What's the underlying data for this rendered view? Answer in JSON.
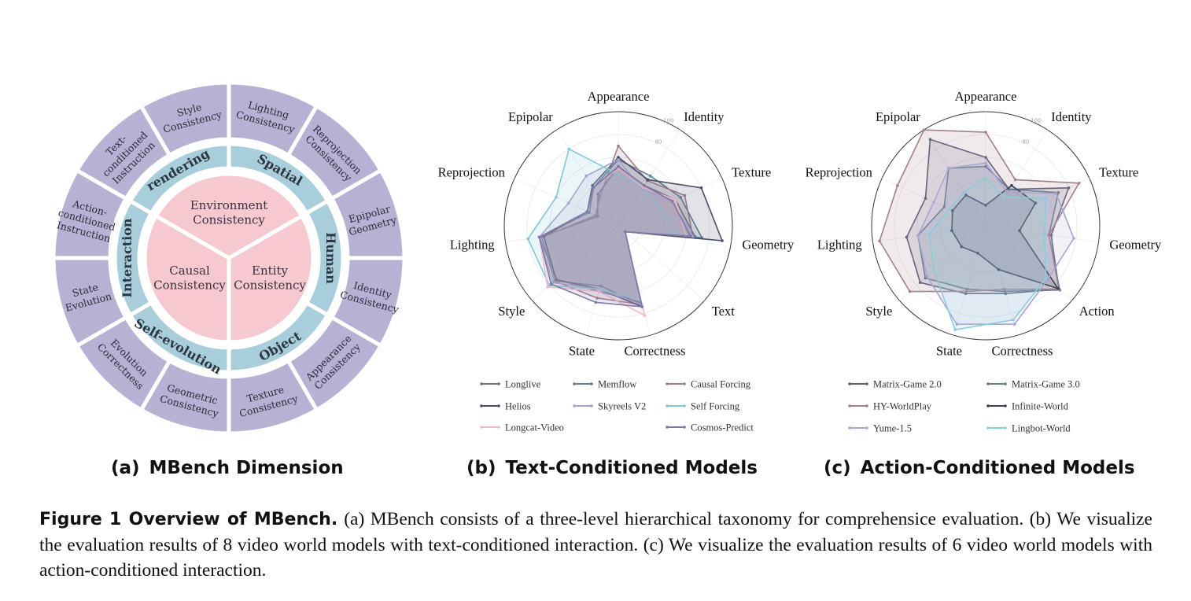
{
  "sunburst": {
    "center": [
      "Environment Consistency",
      "Causal Consistency",
      "Entity Consistency"
    ],
    "middle": [
      "rendering",
      "Spatial",
      "Human",
      "Object",
      "Self-evolution",
      "Interaction"
    ],
    "outer": [
      "Lighting Consistency",
      "Reprojection Consistency",
      "Epipolar Geometry",
      "Identity Consistency",
      "Appearance Consistency",
      "Texture Consistency",
      "Geometric Consistency",
      "Evolution Correctness",
      "State Evolution",
      "Action-conditioned Instruction",
      "Text-conditioned Instruction",
      "Style Consistency"
    ],
    "colors": {
      "center": "#f6c9d1",
      "middle": "#a9cedb",
      "outer": "#b5b2d4"
    }
  },
  "panel_titles": {
    "a": {
      "tag": "(a)",
      "text": "MBench Dimension"
    },
    "b": {
      "tag": "(b)",
      "text": "Text-Conditioned Models"
    },
    "c": {
      "tag": "(c)",
      "text": "Action-Conditioned Models"
    }
  },
  "caption": {
    "label": "Figure 1  Overview of MBench.",
    "text": "(a) MBench consists of a three-level hierarchical taxonomy for comprehensice evaluation. (b) We visualize the evaluation results of 8 video world models with text-conditioned interaction. (c) We visualize the evaluation results of 6 video world models with action-conditioned interaction."
  },
  "chart_data": [
    {
      "type": "radar",
      "axes": [
        "Appearance",
        "Identity",
        "Texture",
        "Geometry",
        "Text",
        "Correctness",
        "State",
        "Style",
        "Lighting",
        "Reprojection",
        "Epipolar"
      ],
      "rlim": [
        0,
        100
      ],
      "ticks": [
        20,
        40,
        60,
        80,
        100
      ],
      "tick_labels": [
        "",
        "",
        "",
        "80",
        "100"
      ],
      "legend_position": "bottom",
      "series": [
        {
          "name": "Longlive",
          "color": "#6d6f8a",
          "values": [
            52,
            42,
            55,
            68,
            8,
            72,
            55,
            74,
            68,
            20,
            33
          ]
        },
        {
          "name": "Memflow",
          "color": "#5e7f96",
          "values": [
            58,
            52,
            60,
            74,
            8,
            70,
            60,
            72,
            70,
            28,
            40
          ]
        },
        {
          "name": "Causal Forcing",
          "color": "#a47d8c",
          "values": [
            70,
            47,
            64,
            66,
            8,
            72,
            66,
            74,
            66,
            22,
            30
          ]
        },
        {
          "name": "Helios",
          "color": "#4a4e66",
          "values": [
            60,
            48,
            80,
            92,
            8,
            74,
            58,
            72,
            66,
            30,
            42
          ]
        },
        {
          "name": "Skyreels V2",
          "color": "#a5a2cf",
          "values": [
            58,
            38,
            52,
            66,
            8,
            72,
            58,
            76,
            70,
            48,
            52
          ]
        },
        {
          "name": "Self Forcing",
          "color": "#82c7d8",
          "values": [
            45,
            40,
            40,
            55,
            8,
            68,
            58,
            80,
            80,
            60,
            80
          ]
        },
        {
          "name": "Longcat-Video",
          "color": "#f2b8c6",
          "values": [
            50,
            40,
            55,
            60,
            8,
            82,
            60,
            82,
            70,
            30,
            40
          ]
        },
        {
          "name": "Cosmos-Predict",
          "color": "#7c78a8",
          "values": [
            52,
            42,
            52,
            64,
            8,
            74,
            70,
            78,
            70,
            30,
            40
          ]
        }
      ]
    },
    {
      "type": "radar",
      "axes": [
        "Appearance",
        "Identity",
        "Texture",
        "Geometry",
        "Action",
        "Correctness",
        "State",
        "Style",
        "Lighting",
        "Reprojection",
        "Epipolar"
      ],
      "rlim": [
        0,
        100
      ],
      "ticks": [
        20,
        40,
        60,
        80,
        100
      ],
      "tick_labels": [
        "",
        "",
        "",
        "80",
        "100"
      ],
      "legend_position": "bottom",
      "series": [
        {
          "name": "Matrix-Game 2.0",
          "color": "#5d5f7a",
          "values": [
            60,
            38,
            80,
            58,
            85,
            62,
            62,
            76,
            70,
            58,
            90
          ]
        },
        {
          "name": "Matrix-Game 3.0",
          "color": "#627f91",
          "values": [
            52,
            38,
            70,
            56,
            86,
            60,
            58,
            70,
            60,
            40,
            60
          ]
        },
        {
          "name": "HY-WorldPlay",
          "color": "#a67f8f",
          "values": [
            82,
            48,
            90,
            56,
            85,
            58,
            60,
            88,
            94,
            85,
            100
          ]
        },
        {
          "name": "Infinite-World",
          "color": "#3e4257",
          "values": [
            18,
            42,
            48,
            30,
            84,
            40,
            25,
            28,
            30,
            32,
            32
          ]
        },
        {
          "name": "Yume-1.5",
          "color": "#a8a5d4",
          "values": [
            55,
            35,
            68,
            78,
            72,
            90,
            90,
            68,
            60,
            50,
            60
          ]
        },
        {
          "name": "Lingbot-World",
          "color": "#8ccbdc",
          "values": [
            42,
            30,
            58,
            52,
            70,
            86,
            95,
            60,
            50,
            35,
            35
          ]
        }
      ]
    }
  ]
}
